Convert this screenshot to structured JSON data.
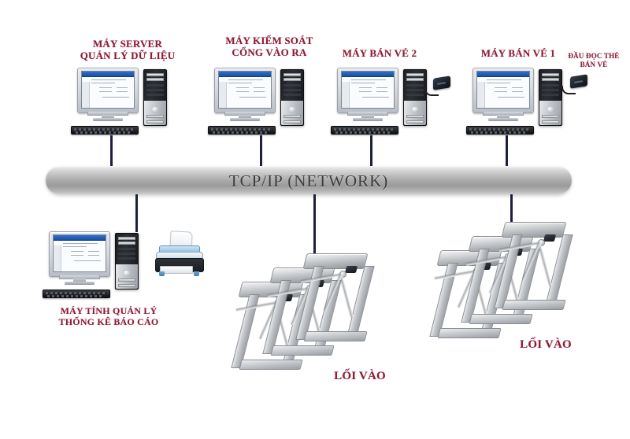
{
  "diagram": {
    "title_bar": {
      "text": "TCP/IP (NETWORK)"
    },
    "colors": {
      "label_text": "#8d1b36",
      "wire": "#1c1f3d",
      "bar_text": "#3d3d3d",
      "background": "#ffffff"
    },
    "workstations": [
      {
        "id": "server",
        "label": "MÁY SERVER\nQUẢN LÝ DỮ LIỆU",
        "has_card_reader": false
      },
      {
        "id": "gate-control",
        "label": "MÁY KIỂM SOÁT\nCỔNG VÀO RA",
        "has_card_reader": false
      },
      {
        "id": "ticket-2",
        "label": "MÁY BÁN VÉ 2",
        "has_card_reader": true
      },
      {
        "id": "ticket-1",
        "label": "MÁY BÁN VÉ 1",
        "has_card_reader": true
      }
    ],
    "card_reader_label": "ĐẦU ĐỌC THẺ\nBÁN VÉ",
    "report_station": {
      "label": "MÁY TÍNH QUẢN LÝ\nTHỐNG KÊ BÁO CÁO",
      "printer": "printer"
    },
    "entrances": [
      {
        "id": "entrance-left",
        "label": "LỐI VÀO",
        "turnstile_count": 3
      },
      {
        "id": "entrance-right",
        "label": "LỐI VÀO",
        "turnstile_count": 3
      }
    ]
  }
}
